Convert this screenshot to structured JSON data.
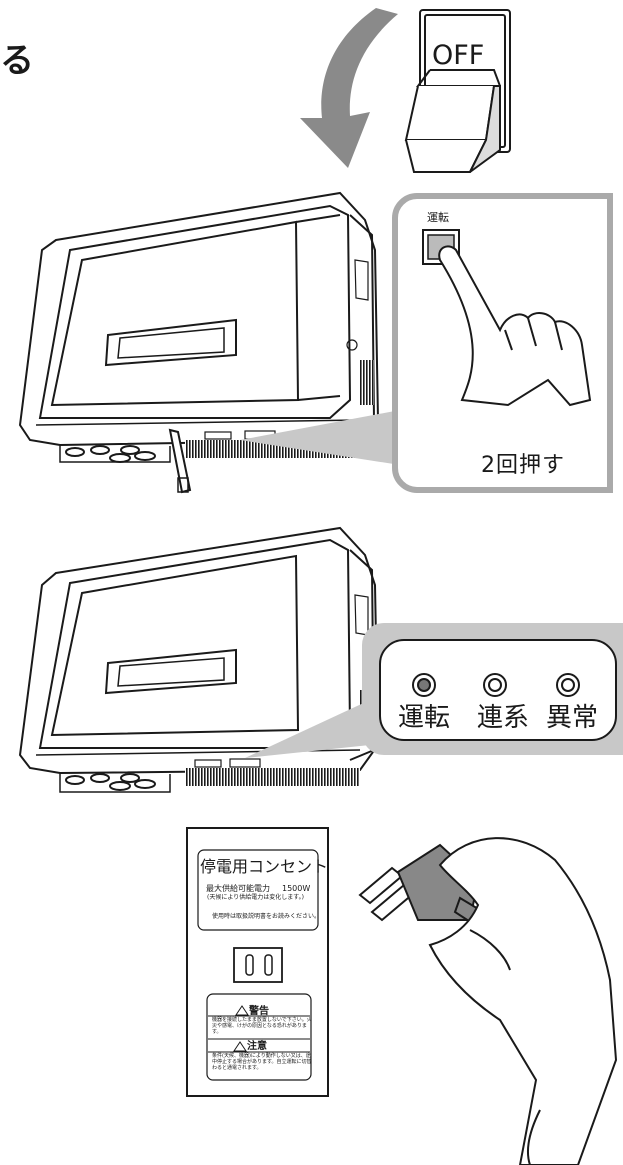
{
  "step_title_fragment": "る",
  "breaker_switch": {
    "state_label": "OFF"
  },
  "operation_button": {
    "label": "運転",
    "instruction": "2回押す"
  },
  "indicators": [
    {
      "label": "運転",
      "state": "lit"
    },
    {
      "label": "連系",
      "state": "off"
    },
    {
      "label": "異常",
      "state": "off"
    }
  ],
  "outlet_panel": {
    "title": "停電用コンセント",
    "max_power_label": "最大供給可能電力",
    "max_power_value": "1500W",
    "weather_note": "(天候により供給電力は変化します。)",
    "manual_note": "使用時は取扱説明書をお読みください。",
    "warning_heading": "警告",
    "warning_text": "機器を接続したまま放置しないで下さい。火災や感電、けがの原因となる恐れがあります。",
    "caution_heading": "注意",
    "caution_text": "条件(天候、機器)により動作しない又は、途中停止する場合があります。自立運転に切替わると通電されます。"
  },
  "colors": {
    "line": "#1a1a1a",
    "callout_border": "#aaaaaa",
    "lit_led": "#777777",
    "plug_fill": "#888888"
  }
}
